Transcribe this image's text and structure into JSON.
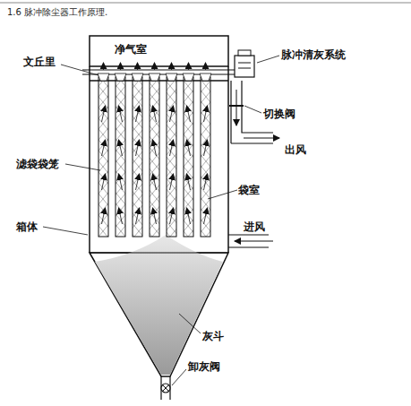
{
  "diagram": {
    "title": "1.6 脉冲除尘器工作原理.",
    "labels": [
      "净气室",
      "文丘里",
      "脉冲清灰系统",
      "切换阀",
      "出风",
      "滤袋袋笼",
      "袋室",
      "箱体",
      "进风",
      "灰斗",
      "卸灰阀"
    ]
  }
}
